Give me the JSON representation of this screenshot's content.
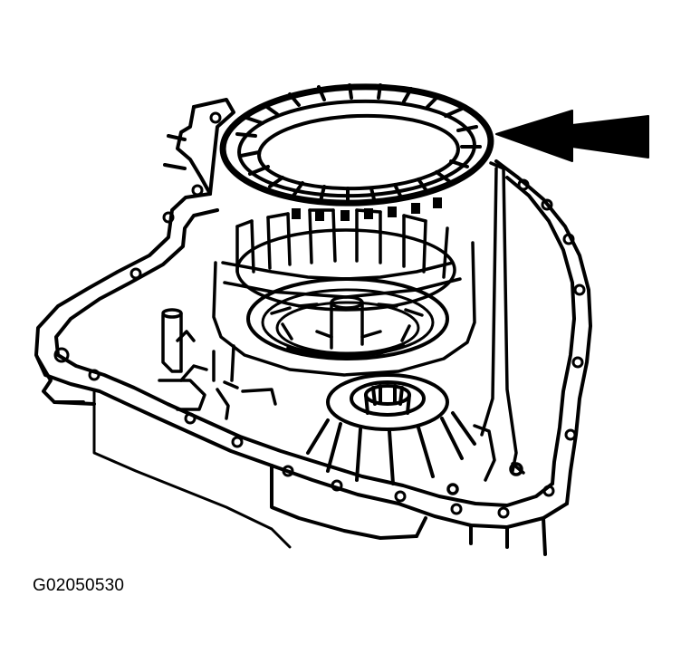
{
  "figure": {
    "code": "G02050530",
    "ink_color": "#000000",
    "paper_color": "#ffffff",
    "components": {
      "highlighted_part": "clutch-snap-ring",
      "pointer": "arrow-icon",
      "assembly": "transaxle-case"
    }
  }
}
